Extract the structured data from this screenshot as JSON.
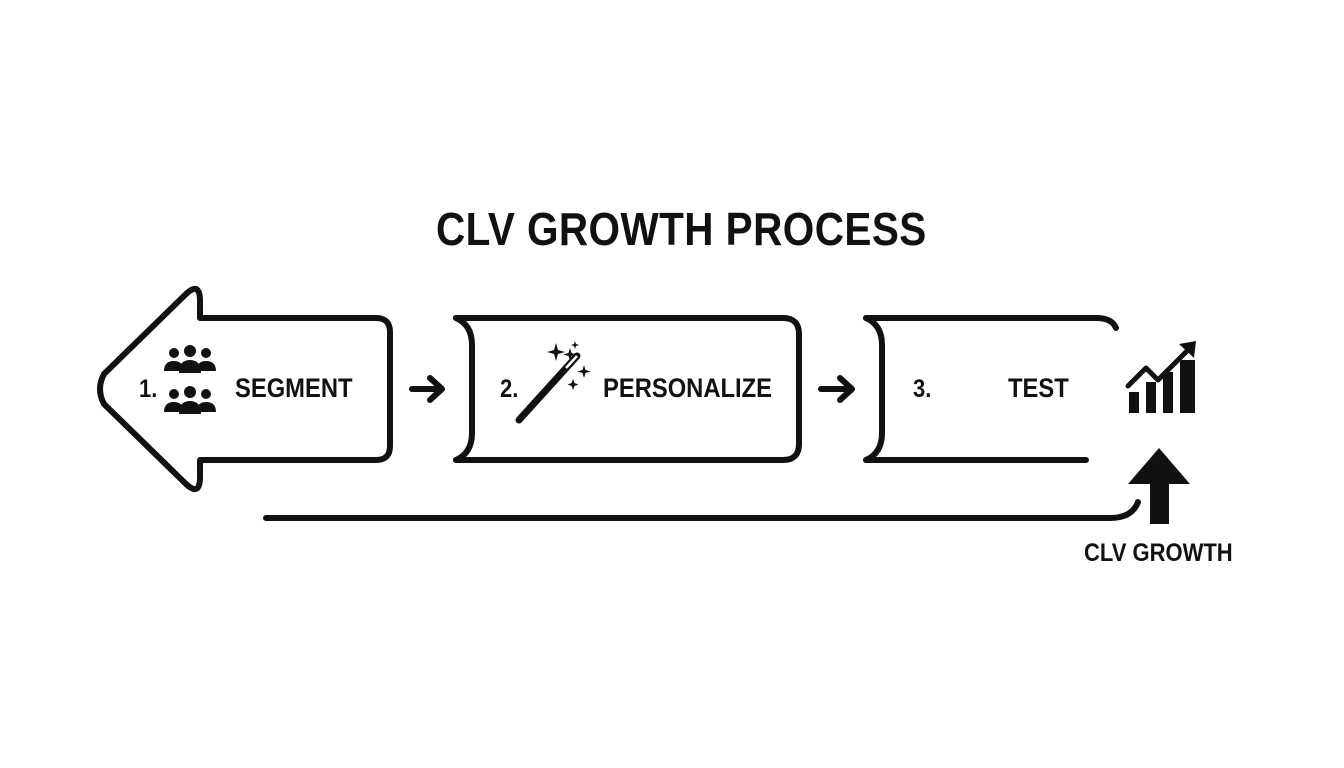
{
  "title": "CLV GROWTH PROCESS",
  "steps": [
    {
      "number": "1.",
      "label": "SEGMENT",
      "icon": "people-group-icon"
    },
    {
      "number": "2.",
      "label": "PERSONALIZE",
      "icon": "magic-wand-icon"
    },
    {
      "number": "3.",
      "label": "TEST",
      "icon": ""
    }
  ],
  "result": {
    "label": "CLV GROWTH",
    "icon": "bar-chart-trend-icon"
  },
  "colors": {
    "ink": "#111111",
    "background": "#ffffff"
  }
}
